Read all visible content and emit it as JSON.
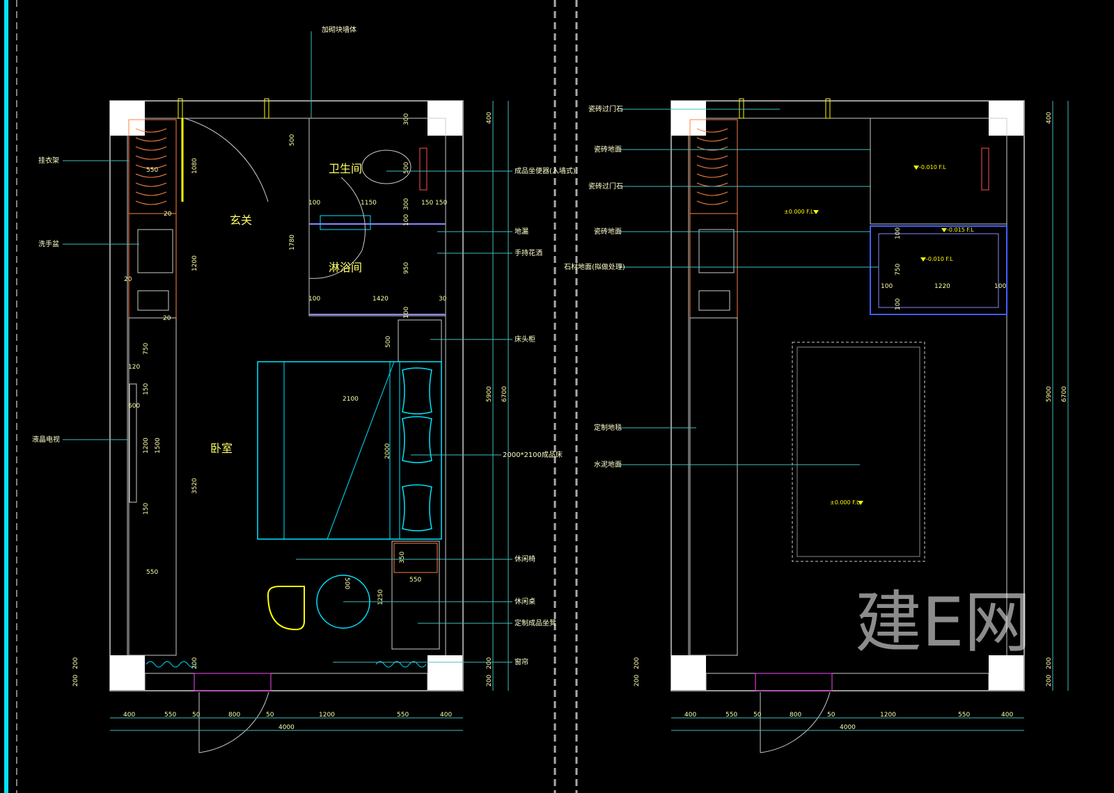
{
  "plan_left": {
    "rooms": [
      "玄关",
      "卫生间",
      "淋浴间",
      "卧室"
    ],
    "leaders_top": [
      "加砌块墙体"
    ],
    "leaders_left": [
      "挂衣架",
      "洗手盆",
      "液晶电视"
    ],
    "leaders_right": [
      "成品坐便器(入墙式)",
      "地漏",
      "手持花洒",
      "床头柜",
      "2000*2100成品床",
      "休闲椅",
      "休闲桌",
      "定制成品坐凳",
      "窗帘"
    ],
    "dims_bottom": [
      "400",
      "550",
      "50",
      "800",
      "50",
      "1200",
      "550",
      "400"
    ],
    "dim_total": "4000",
    "dims_right": [
      "400",
      "5900",
      "6700",
      "200",
      "200"
    ],
    "dims_left_bottom": [
      "200",
      "200"
    ],
    "dims_inner": [
      "550",
      "20",
      "1200",
      "20",
      "20",
      "750",
      "120",
      "150",
      "600",
      "1200",
      "1500",
      "150",
      "3520",
      "550",
      "200",
      "1080",
      "500",
      "300",
      "500",
      "300",
      "100",
      "1780",
      "950",
      "100",
      "1150",
      "150",
      "150",
      "100",
      "1420",
      "30",
      "100",
      "500",
      "2100",
      "2000",
      "350",
      "550",
      "1250",
      "500"
    ]
  },
  "plan_right": {
    "leaders_left": [
      "瓷砖过门石",
      "瓷砖地面",
      "瓷砖过门石",
      "瓷砖地面",
      "石材地面(拟做处理)",
      "定制地毯",
      "水泥地面"
    ],
    "levels": [
      "±0.000 F.L",
      "-0.010 F.L",
      "-0.015 F.L",
      "-0.010 F.L",
      "±0.000 F.L"
    ],
    "dims_inner": [
      "100",
      "750",
      "100",
      "1220",
      "100",
      "100"
    ],
    "dims_bottom": [
      "400",
      "550",
      "50",
      "800",
      "50",
      "1200",
      "550",
      "400"
    ],
    "dim_total": "4000",
    "dims_right": [
      "400",
      "5900",
      "6700",
      "200",
      "200"
    ],
    "dims_left_bottom": [
      "200",
      "200"
    ]
  },
  "watermark": "建E网",
  "colors": {
    "background": "#000000",
    "wall": "#cccccc",
    "cyan": "#00e5ff",
    "yellow": "#ffff00",
    "orange": "#ff8040",
    "leader": "#40c0c0",
    "magenta": "#ff44ff"
  }
}
